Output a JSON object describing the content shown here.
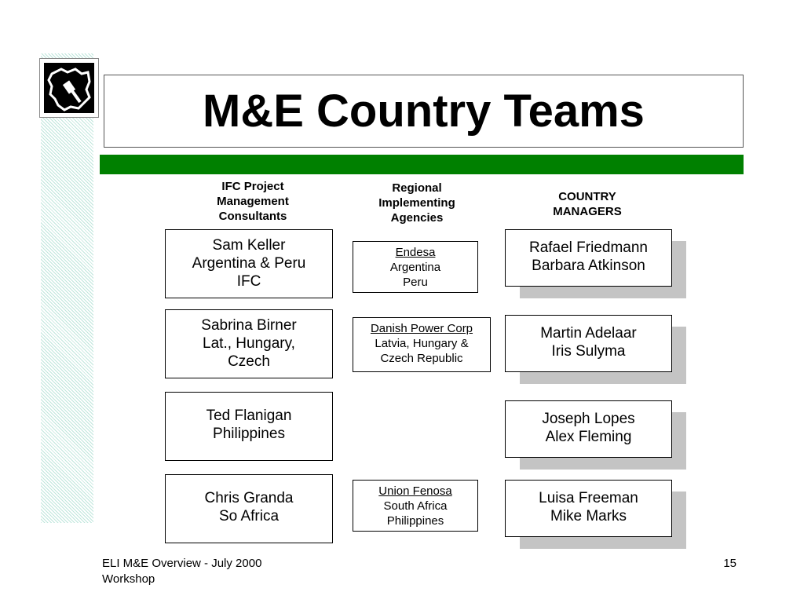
{
  "title": "M&E Country Teams",
  "columns": {
    "consultants": [
      "IFC Project",
      "Management",
      "Consultants"
    ],
    "agencies": [
      "Regional",
      "Implementing",
      "Agencies"
    ],
    "managers": [
      "COUNTRY",
      "MANAGERS"
    ]
  },
  "consultants": [
    [
      "Sam Keller",
      "Argentina & Peru",
      "IFC"
    ],
    [
      "Sabrina Birner",
      "Lat., Hungary,",
      "Czech"
    ],
    [
      "Ted Flanigan",
      "Philippines"
    ],
    [
      "Chris Granda",
      "So Africa"
    ]
  ],
  "agencies": [
    {
      "name": "Endesa",
      "lines": [
        "Argentina",
        "Peru"
      ]
    },
    {
      "name": "Danish Power Corp",
      "lines": [
        "Latvia, Hungary &",
        "Czech Republic"
      ]
    },
    {
      "name": "Union Fenosa",
      "lines": [
        "South Africa",
        "Philippines"
      ]
    }
  ],
  "managers": [
    [
      "Rafael Friedmann",
      "Barbara Atkinson"
    ],
    [
      "Martin Adelaar",
      "Iris Sulyma"
    ],
    [
      "Joseph Lopes",
      "Alex Fleming"
    ],
    [
      "Luisa Freeman",
      "Mike Marks"
    ]
  ],
  "footer": {
    "left": [
      "ELI M&E Overview - July 2000",
      "Workshop"
    ],
    "page_number": "15"
  },
  "colors": {
    "accent_green": "#008000",
    "stripe": "#bfe6dc",
    "shadow": "#c4c4c4"
  },
  "icons": {
    "logo": "map-paint-logo-icon"
  }
}
